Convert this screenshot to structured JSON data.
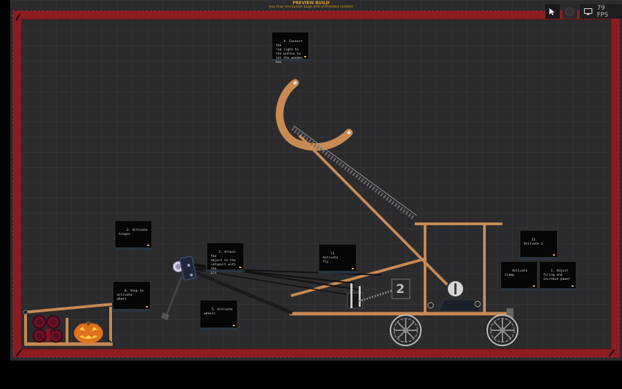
{
  "banner": {
    "title": "PREVIEW BUILD",
    "subtitle": "you may encounter bugs and unfinished content"
  },
  "toolbar": {
    "tools": [
      {
        "name": "pointer-tool",
        "icon": "cursor-arrow-icon"
      },
      {
        "name": "context-tool",
        "icon": "circle-dark-icon"
      }
    ],
    "display_icon": "monitor-icon",
    "fps_label": "79 FPS"
  },
  "signs": [
    {
      "id": "sign-instruction-4",
      "text": "4. Connect the\nred light to\nthe button to\nlet the wooden\nbox"
    },
    {
      "id": "sign-instruction-2",
      "text": "2. Activate\nhinges"
    },
    {
      "id": "sign-instruction-3",
      "text": "3. Attach the\nobject to the\ncatapult with the\npin"
    },
    {
      "id": "sign-instruction-11",
      "text": "11. Activate\nfly"
    },
    {
      "id": "sign-instruction-0",
      "text": "0. Stop to\nactivate\nwheel"
    },
    {
      "id": "sign-instruction-5",
      "text": "5. Activate\nwheels"
    },
    {
      "id": "sign-instruction-12",
      "text": "12. Activate 2"
    },
    {
      "id": "sign-instruction-activate-clamp",
      "text": "Activate\nclamp"
    },
    {
      "id": "sign-instruction-1",
      "text": "1. Adjust\nfiring and\nincrease power"
    }
  ],
  "machine_labels": {
    "left_block": "1",
    "right_block": "2"
  },
  "colors": {
    "background": "#2b2b2e",
    "boundary": "#8a1c22",
    "wood": "#c98a52",
    "pumpkin": "#e0721e",
    "sign_led": "#e8b020"
  }
}
